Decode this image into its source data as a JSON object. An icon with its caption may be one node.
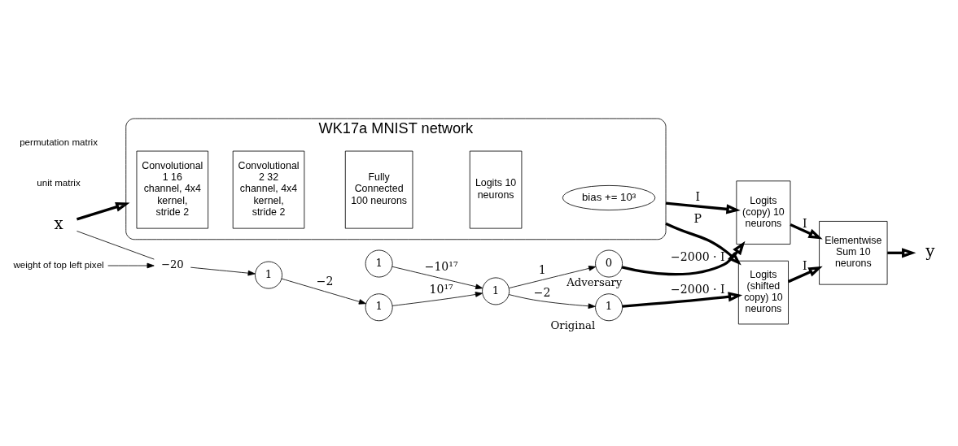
{
  "diagram": {
    "nodes": [
      {
        "text": [
          "WK17a MNIST network"
        ]
      },
      {
        "text": [
          "Convolutional 1 16 channel, 4x4 kernel, stride 2"
        ],
        "in": 0
      },
      {
        "text": [
          "Convolutional 2 32 channel, 4x4 kernel, stride 2"
        ],
        "in": 0
      },
      {
        "text": [
          "Fully Connected 100 neurons"
        ],
        "in": 0
      },
      {
        "text": [
          "Logits 10 neurons"
        ],
        "in": 0
      },
      {
        "text": [
          "bias += 10³"
        ],
        "in": 0
      },
      {
        "text": [
          "x"
        ]
      },
      {
        "text": [
          "−20"
        ]
      },
      {
        "text": [
          "1"
        ]
      },
      {
        "text": [
          "1"
        ]
      },
      {
        "text": [
          "1"
        ]
      },
      {
        "text": [
          "1"
        ]
      },
      {
        "text": [
          "0"
        ],
        "beside": [
          "Adversary"
        ]
      },
      {
        "text": [
          "1"
        ],
        "beside": [
          "Original"
        ]
      },
      {
        "text": [
          "Logits (copy) 10 neurons"
        ]
      },
      {
        "text": [
          "Logits (shifted copy) 10 neurons"
        ]
      },
      {
        "text": [
          "Elementwise Sum 10 neurons"
        ]
      },
      {
        "text": [
          "y"
        ]
      },
      {
        "text": [
          "weight of top left pixel"
        ]
      }
    ],
    "edges": [
      {
        "from": 6,
        "to": 0,
        "arrow": "to",
        "style": "thick"
      },
      {
        "from": 6,
        "to": 7,
        "arrow": "none"
      },
      {
        "from": 7,
        "to": 8,
        "arrow": "to"
      },
      {
        "from": 18,
        "to": 7,
        "arrow": "to"
      },
      {
        "from": 8,
        "to": 9,
        "arrow": "to",
        "label": "−2"
      },
      {
        "from": 9,
        "to": 11,
        "arrow": "to",
        "label": "10¹⁷"
      },
      {
        "from": 10,
        "to": 11,
        "arrow": "to",
        "label": "−10¹⁷"
      },
      {
        "from": 11,
        "to": 12,
        "arrow": "to",
        "label": "1"
      },
      {
        "from": 11,
        "to": 13,
        "arrow": "to",
        "label": "−2"
      },
      {
        "from": 0,
        "to": 14,
        "arrow": "to",
        "style": "thick",
        "label": "I"
      },
      {
        "from": 0,
        "to": 15,
        "arrow": "to",
        "style": "thick",
        "label": "P"
      },
      {
        "from": 12,
        "to": 14,
        "arrow": "to",
        "style": "thick",
        "label": "−2000 · I"
      },
      {
        "from": 13,
        "to": 15,
        "arrow": "to",
        "style": "thick",
        "label": "−2000 · I"
      },
      {
        "from": 14,
        "to": 16,
        "arrow": "to",
        "style": "thick",
        "label": "I"
      },
      {
        "from": 15,
        "to": 16,
        "arrow": "to",
        "style": "thick",
        "label": "I"
      },
      {
        "from": 16,
        "to": 17,
        "arrow": "to",
        "style": "thick"
      }
    ],
    "labels": [
      "unit matrix",
      "permutation matrix"
    ]
  }
}
